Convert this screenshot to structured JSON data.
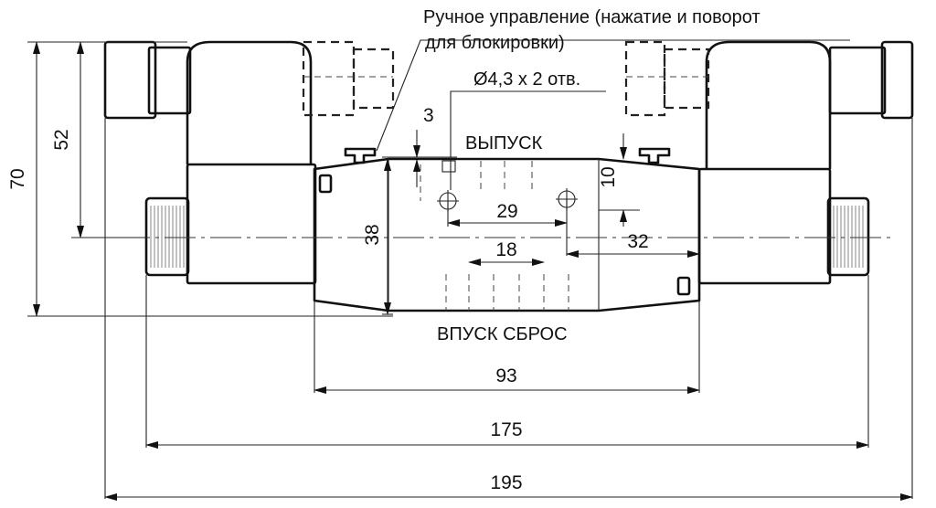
{
  "labels": {
    "manual_override_line1": "Ручное управление (нажатие и поворот",
    "manual_override_line2": "для блокировки)",
    "mounting_holes": "Ø4,3 x 2 отв.",
    "outlet": "ВЫПУСК",
    "inlet_exhaust": "ВПУСК СБРОС"
  },
  "dimensions": {
    "height_total": "70",
    "height_coil": "52",
    "manual_offset": "3",
    "body_height": "38",
    "hole_spacing": "29",
    "hole_offset": "10",
    "center_offset": "32",
    "port_spacing": "18",
    "body_length": "93",
    "length_no_connectors": "175",
    "length_total": "195"
  },
  "colors": {
    "line": "#111111",
    "background": "#ffffff"
  }
}
